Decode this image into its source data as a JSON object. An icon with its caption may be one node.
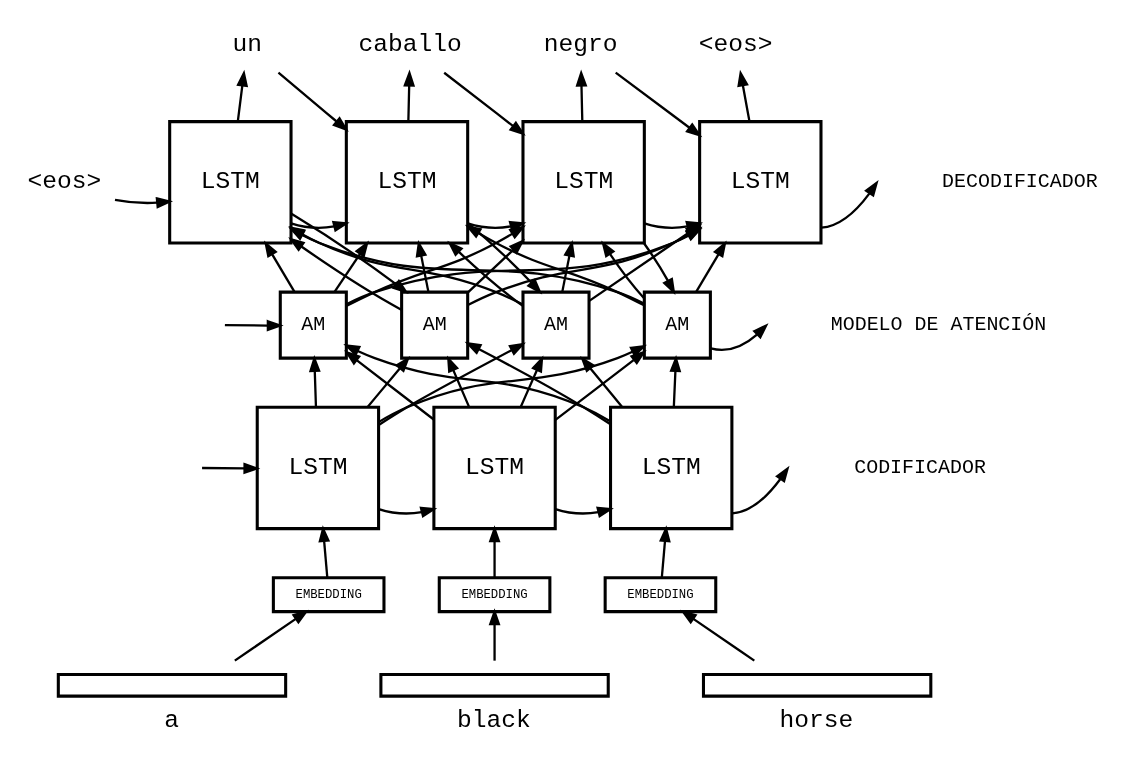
{
  "diagram": {
    "nodes": [
      {
        "text": [
          "<eos>"
        ]
      },
      {
        "text": [
          "LSTM"
        ]
      },
      {
        "text": [
          "LSTM"
        ]
      },
      {
        "text": [
          "LSTM"
        ]
      },
      {
        "text": [
          "LSTM"
        ]
      },
      {
        "text": [
          "un"
        ]
      },
      {
        "text": [
          "caballo"
        ]
      },
      {
        "text": [
          "negro"
        ]
      },
      {
        "text": [
          "<eos>"
        ]
      },
      {
        "text": [
          "AM"
        ]
      },
      {
        "text": [
          "AM"
        ]
      },
      {
        "text": [
          "AM"
        ]
      },
      {
        "text": [
          "AM"
        ]
      },
      {
        "text": [
          "LSTM"
        ]
      },
      {
        "text": [
          "LSTM"
        ]
      },
      {
        "text": [
          "LSTM"
        ]
      },
      {
        "text": [
          "EMBEDDING"
        ]
      },
      {
        "text": [
          "EMBEDDING"
        ]
      },
      {
        "text": [
          "EMBEDDING"
        ]
      },
      {
        "text": [
          "a"
        ]
      },
      {
        "text": [
          "black"
        ]
      },
      {
        "text": [
          "horse"
        ]
      }
    ],
    "edges": [
      {
        "from": 0,
        "to": 1,
        "arrow": "to"
      },
      {
        "from": 1,
        "to": 5,
        "arrow": "to"
      },
      {
        "from": 2,
        "to": 6,
        "arrow": "to"
      },
      {
        "from": 3,
        "to": 7,
        "arrow": "to"
      },
      {
        "from": 4,
        "to": 8,
        "arrow": "to"
      },
      {
        "from": 5,
        "to": 2,
        "arrow": "to"
      },
      {
        "from": 6,
        "to": 3,
        "arrow": "to"
      },
      {
        "from": 7,
        "to": 4,
        "arrow": "to"
      },
      {
        "from": 1,
        "to": 2,
        "arrow": "to"
      },
      {
        "from": 2,
        "to": 3,
        "arrow": "to"
      },
      {
        "from": 3,
        "to": 4,
        "arrow": "to"
      },
      {
        "from": 4,
        "to": null,
        "arrow": "to"
      },
      {
        "from": 1,
        "to": 10,
        "arrow": "to"
      },
      {
        "from": 2,
        "to": 11,
        "arrow": "to"
      },
      {
        "from": 3,
        "to": 12,
        "arrow": "to"
      },
      {
        "from": null,
        "to": 9,
        "arrow": "to"
      },
      {
        "from": 12,
        "to": null,
        "arrow": "to"
      },
      {
        "from": 9,
        "to": 1,
        "arrow": "to"
      },
      {
        "from": 9,
        "to": 2,
        "arrow": "to"
      },
      {
        "from": 9,
        "to": 3,
        "arrow": "to"
      },
      {
        "from": 9,
        "to": 4,
        "arrow": "to"
      },
      {
        "from": 10,
        "to": 1,
        "arrow": "to"
      },
      {
        "from": 10,
        "to": 2,
        "arrow": "to"
      },
      {
        "from": 10,
        "to": 3,
        "arrow": "to"
      },
      {
        "from": 10,
        "to": 4,
        "arrow": "to"
      },
      {
        "from": 11,
        "to": 1,
        "arrow": "to"
      },
      {
        "from": 11,
        "to": 2,
        "arrow": "to"
      },
      {
        "from": 11,
        "to": 3,
        "arrow": "to"
      },
      {
        "from": 11,
        "to": 4,
        "arrow": "to"
      },
      {
        "from": 12,
        "to": 1,
        "arrow": "to"
      },
      {
        "from": 12,
        "to": 2,
        "arrow": "to"
      },
      {
        "from": 12,
        "to": 3,
        "arrow": "to"
      },
      {
        "from": 12,
        "to": 4,
        "arrow": "to"
      },
      {
        "from": 13,
        "to": 9,
        "arrow": "to"
      },
      {
        "from": 13,
        "to": 10,
        "arrow": "to"
      },
      {
        "from": 13,
        "to": 11,
        "arrow": "to"
      },
      {
        "from": 13,
        "to": 12,
        "arrow": "to"
      },
      {
        "from": 14,
        "to": 9,
        "arrow": "to"
      },
      {
        "from": 14,
        "to": 10,
        "arrow": "to"
      },
      {
        "from": 14,
        "to": 11,
        "arrow": "to"
      },
      {
        "from": 14,
        "to": 12,
        "arrow": "to"
      },
      {
        "from": 15,
        "to": 9,
        "arrow": "to"
      },
      {
        "from": 15,
        "to": 10,
        "arrow": "to"
      },
      {
        "from": 15,
        "to": 11,
        "arrow": "to"
      },
      {
        "from": 15,
        "to": 12,
        "arrow": "to"
      },
      {
        "from": null,
        "to": 13,
        "arrow": "to"
      },
      {
        "from": 13,
        "to": 14,
        "arrow": "to"
      },
      {
        "from": 14,
        "to": 15,
        "arrow": "to"
      },
      {
        "from": 15,
        "to": null,
        "arrow": "to"
      },
      {
        "from": 16,
        "to": 13,
        "arrow": "to"
      },
      {
        "from": 17,
        "to": 14,
        "arrow": "to"
      },
      {
        "from": 18,
        "to": 15,
        "arrow": "to"
      },
      {
        "from": 19,
        "to": 16,
        "arrow": "to"
      },
      {
        "from": 20,
        "to": 17,
        "arrow": "to"
      },
      {
        "from": 21,
        "to": 18,
        "arrow": "to"
      }
    ],
    "labels": [
      "DECODIFICADOR",
      "MODELO DE ATENCIÓN",
      "CODIFICADOR"
    ]
  }
}
